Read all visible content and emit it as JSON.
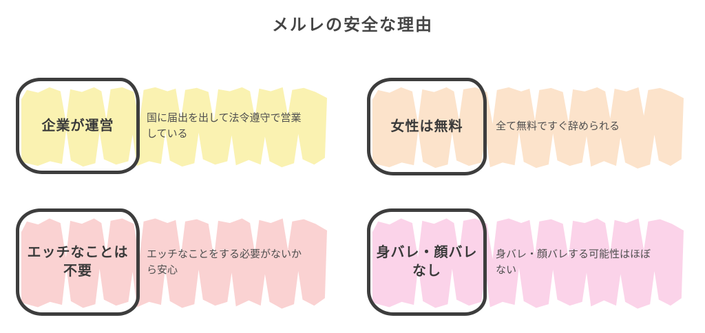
{
  "page": {
    "title": "メルレの安全な理由",
    "background": "#ffffff"
  },
  "colors": {
    "box_border": "#3d3d3d",
    "title_text": "#454545",
    "label_text": "#3a3a3a",
    "description_text": "#4f4f4f"
  },
  "cards": [
    {
      "name": "company-operated",
      "label_lines": [
        "企業が運営"
      ],
      "description_lines": [
        "国に届出を出して法令遵守で営業",
        "している"
      ],
      "highlight_color": "#faf2b1"
    },
    {
      "name": "women-free",
      "label_lines": [
        "女性は無料"
      ],
      "description_lines": [
        "全て無料ですぐ辞められる"
      ],
      "highlight_color": "#fce3cb"
    },
    {
      "name": "no-sexual-acts-required",
      "label_lines": [
        "エッチなことは",
        "不要"
      ],
      "description_lines": [
        "エッチなことをする必要がないか",
        "ら安心"
      ],
      "highlight_color": "#fad2d2"
    },
    {
      "name": "no-identity-or-face-exposure",
      "label_lines": [
        "身バレ・顔バレ",
        "なし"
      ],
      "description_lines": [
        "身バレ・顔バレする可能性はほぼ",
        "ない"
      ],
      "highlight_color": "#fbd3e9"
    }
  ]
}
